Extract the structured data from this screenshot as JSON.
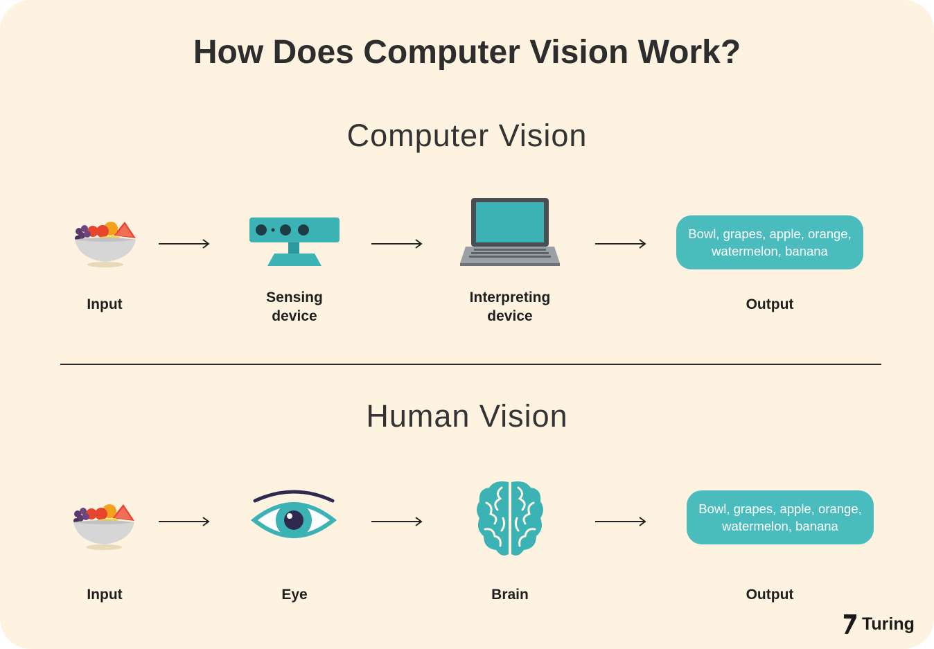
{
  "title": "How Does Computer Vision Work?",
  "computer_vision": {
    "heading": "Computer Vision",
    "steps": [
      {
        "label": "Input",
        "icon": "fruit-bowl-icon"
      },
      {
        "label": "Sensing\ndevice",
        "icon": "sensor-camera-icon"
      },
      {
        "label": "Interpreting\ndevice",
        "icon": "laptop-icon"
      },
      {
        "label": "Output"
      }
    ],
    "output_lines": [
      "Bowl, grapes, apple, orange,",
      "watermelon, banana"
    ]
  },
  "human_vision": {
    "heading": "Human Vision",
    "steps": [
      {
        "label": "Input",
        "icon": "fruit-bowl-icon"
      },
      {
        "label": "Eye",
        "icon": "eye-icon"
      },
      {
        "label": "Brain",
        "icon": "brain-icon"
      },
      {
        "label": "Output"
      }
    ],
    "output_lines": [
      "Bowl, grapes, apple, orange,",
      "watermelon, banana"
    ]
  },
  "brand": {
    "name": "Turing",
    "icon": "turing-logo-icon"
  },
  "colors": {
    "background": "#fdf3e0",
    "accent": "#4bbcbe",
    "text": "#2d2d2d"
  }
}
